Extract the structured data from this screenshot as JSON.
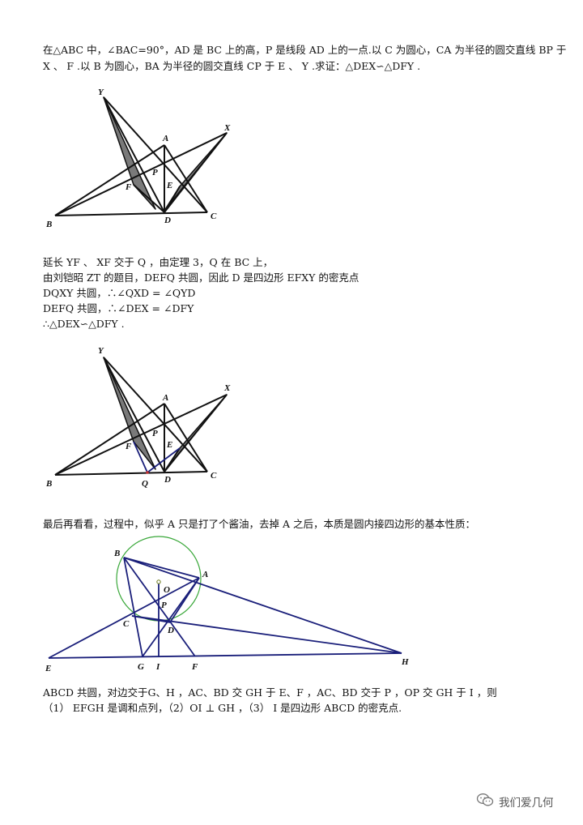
{
  "problem": {
    "line1": "在△ABC 中，∠BAC=90°，AD 是 BC 上的高，P 是线段 AD 上的一点.以 C 为圆心，CA 为半径的圆交直线 BP 于",
    "line2": "X 、 F .以 B 为圆心，BA 为半径的圆交直线 CP 于 E 、 Y .求证：△DEX∽△DFY ."
  },
  "proof": {
    "line1": "延长 YF 、 XF 交于 Q ，由定理 3，Q 在 BC 上，",
    "line2": "由刘铠昭 ZT 的题目，DEFQ 共圆，因此 D 是四边形 EFXY 的密克点",
    "line3": "DQXY 共圆，∴∠QXD = ∠QYD",
    "line4": "DEFQ 共圆，∴∠DEX = ∠DFY",
    "line5": "∴△DEX∽△DFY ."
  },
  "remark": {
    "line1": "最后再看看，过程中，似乎 A 只是打了个酱油，去掉 A 之后，本质是圆内接四边形的基本性质："
  },
  "conclusion": {
    "line1": "ABCD 共圆，对边交于G、H ，AC、BD 交 GH 于 E、F ，AC、BD 交于 P ，OP 交 GH 于 I ，则",
    "line2": "（1） EFGH 是调和点列，（2）OI ⊥ GH ，（3） I 是四边形 ABCD 的密克点."
  },
  "figure1": {
    "labels": {
      "Y": "Y",
      "A": "A",
      "X": "X",
      "P": "P",
      "F": "F",
      "E": "E",
      "B": "B",
      "D": "D",
      "C": "C"
    }
  },
  "figure2": {
    "labels": {
      "Y": "Y",
      "A": "A",
      "X": "X",
      "P": "P",
      "F": "F",
      "E": "E",
      "B": "B",
      "Q": "Q",
      "D": "D",
      "C": "C"
    }
  },
  "figure3": {
    "labels": {
      "B": "B",
      "A": "A",
      "O": "O",
      "P": "P",
      "C": "C",
      "D": "D",
      "E": "E",
      "G": "G",
      "I": "I",
      "F": "F",
      "H": "H"
    }
  },
  "watermark": {
    "text": "我们爱几何",
    "icon": "wechat-icon"
  },
  "colors": {
    "ink": "#111111",
    "navy": "#1a1f7a",
    "circle": "#3aa83a",
    "shade": "#7a7a7a"
  }
}
